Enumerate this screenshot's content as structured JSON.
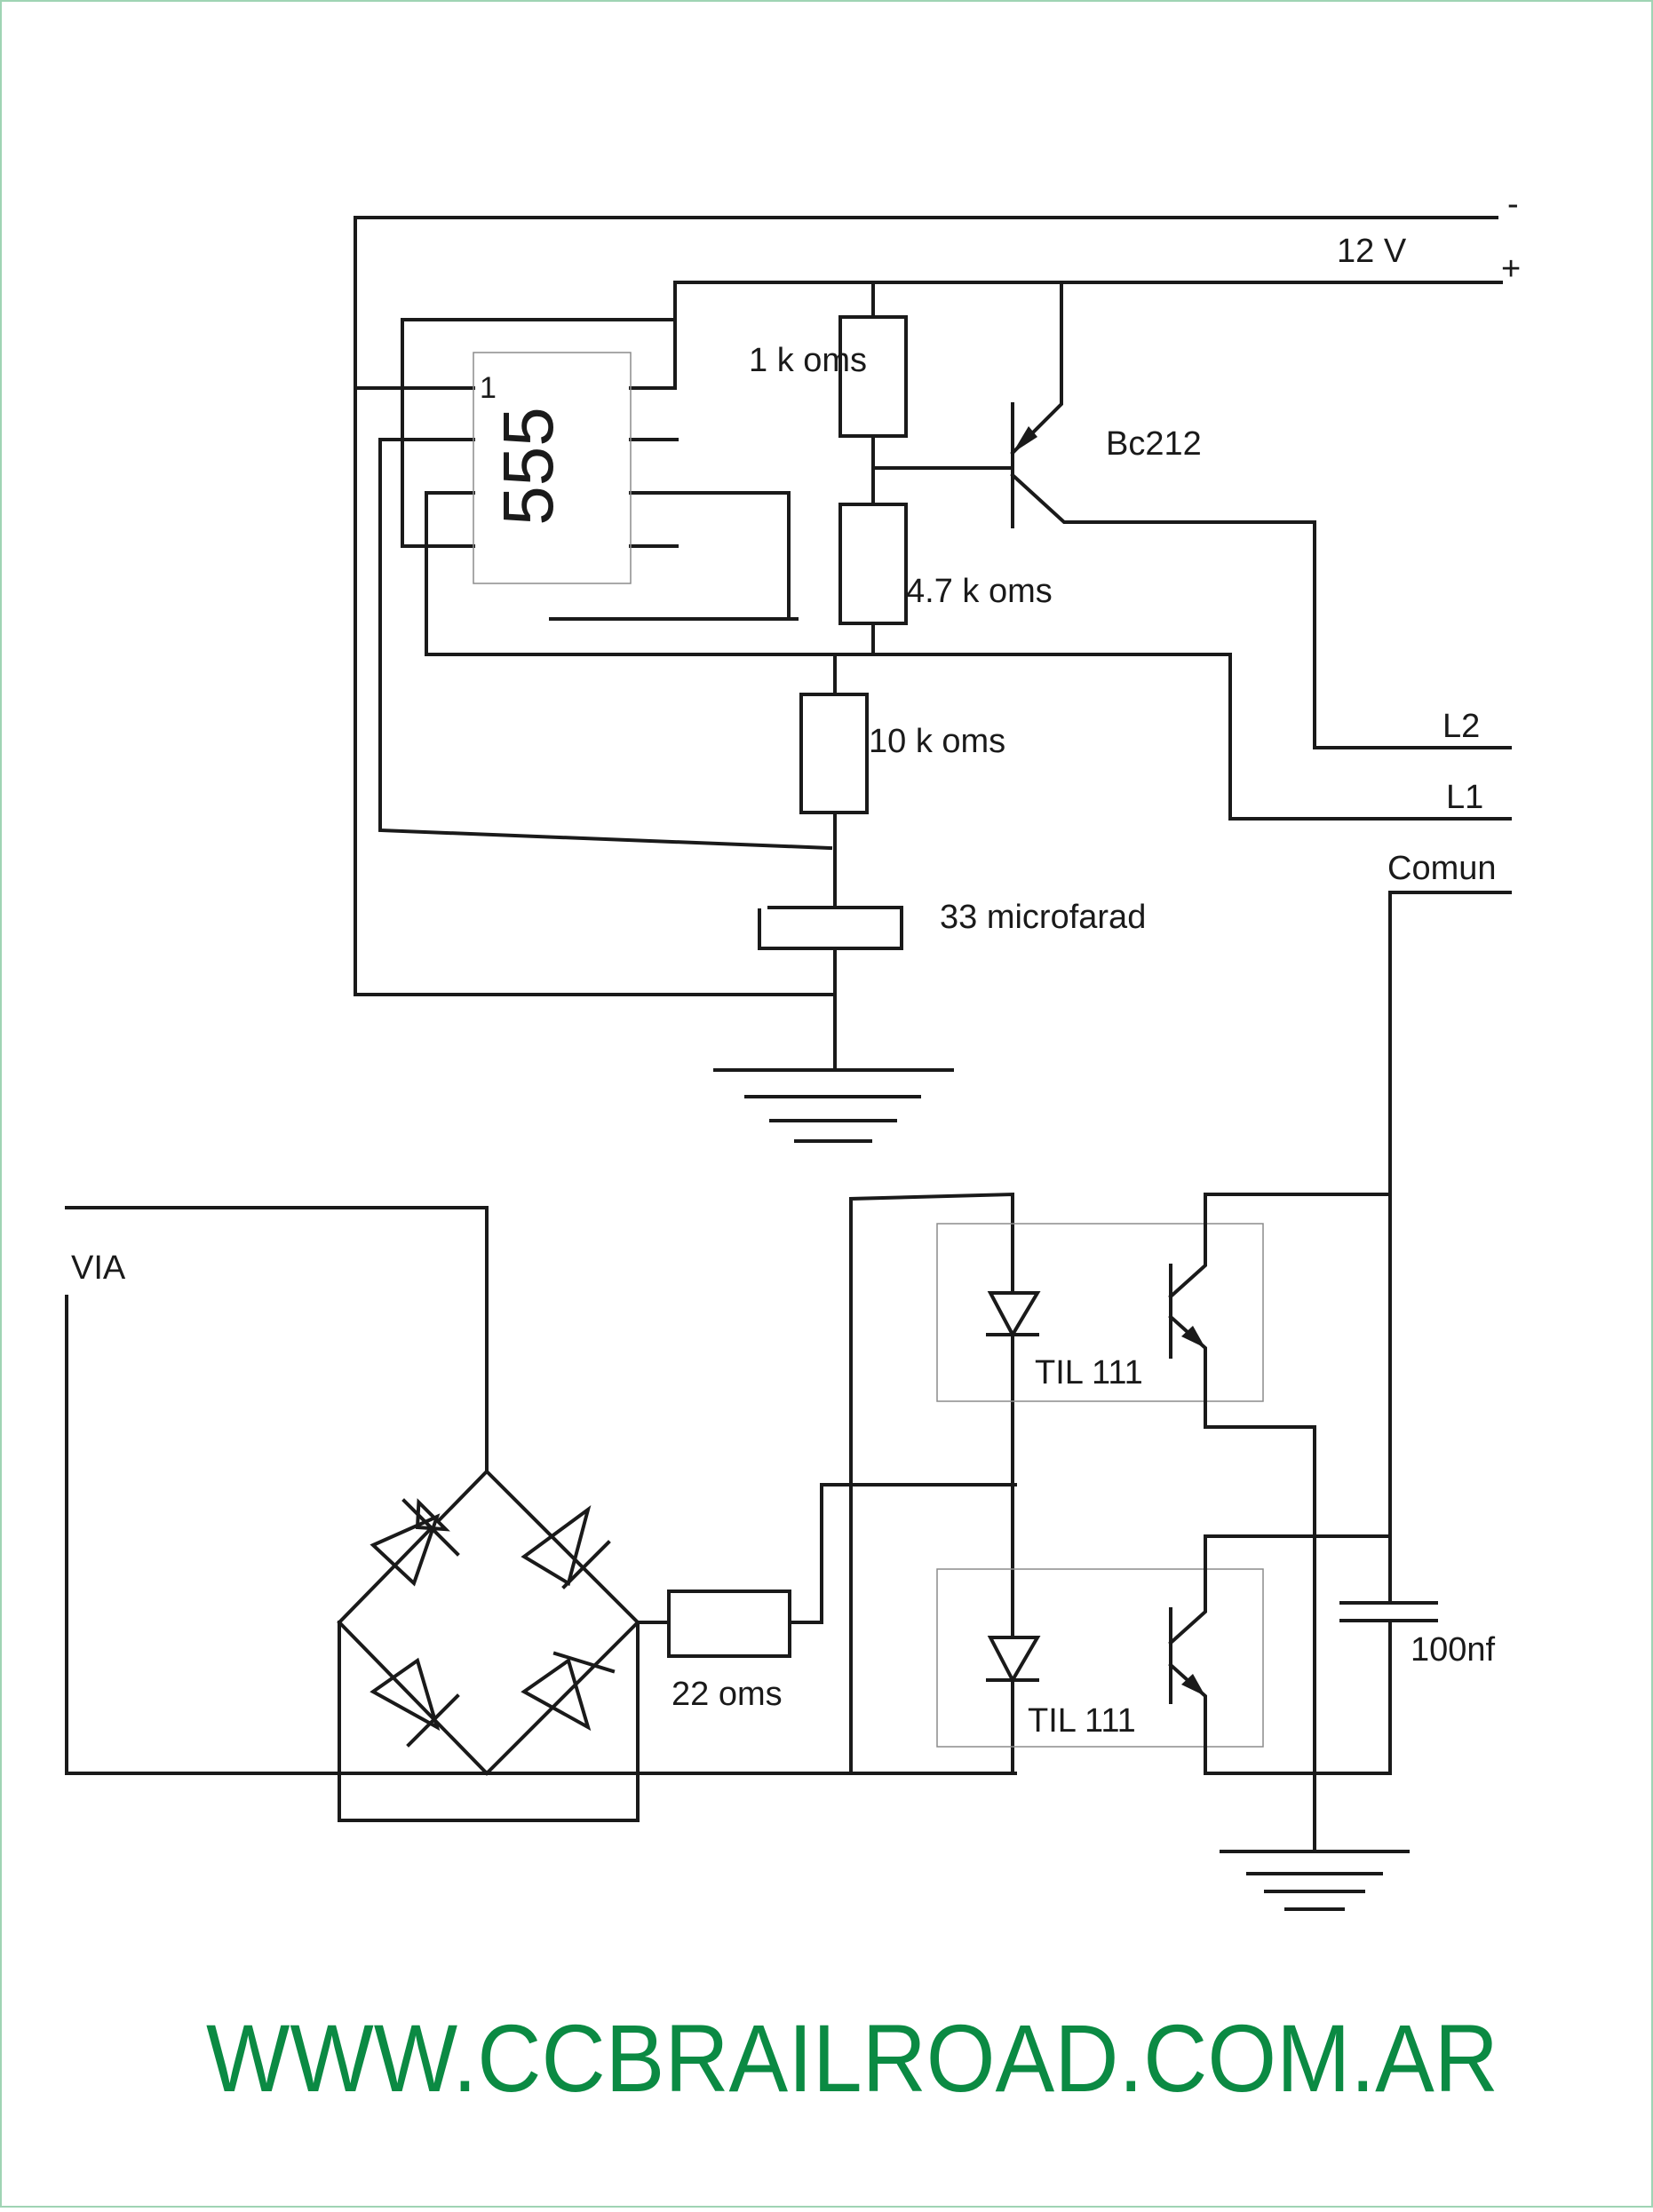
{
  "diagram": {
    "supply": {
      "minus_label": "-",
      "voltage_label": "12 V",
      "plus_label": "+"
    },
    "ic": {
      "name": "555",
      "pin1_label": "1"
    },
    "resistors": {
      "r1": "1 k oms",
      "r2": "4.7 k oms",
      "r3": "10 k oms",
      "r4": "22 oms"
    },
    "transistor": "Bc212",
    "capacitors": {
      "c1": "33  microfarad",
      "c2": "100nf"
    },
    "outputs": {
      "l2": "L2",
      "l1": "L1",
      "comun": "Comun"
    },
    "track_label": "VIA",
    "optocouplers": {
      "upper": "TIL 111",
      "lower": "TIL 111"
    },
    "website": "WWW.CCBRAILROAD.COM.AR",
    "colors": {
      "ink": "#1a1a1a",
      "website": "#0b8a43",
      "frame": "#9fd4b4"
    }
  }
}
